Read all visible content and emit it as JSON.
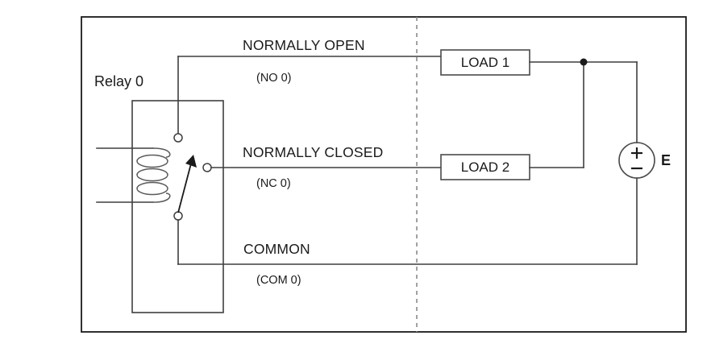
{
  "diagram": {
    "title_label": "Relay 0",
    "contacts": [
      {
        "name": "normally-open",
        "label": "NORMALLY OPEN",
        "code": "(NO 0)"
      },
      {
        "name": "normally-closed",
        "label": "NORMALLY CLOSED",
        "code": "(NC 0)"
      },
      {
        "name": "common",
        "label": "COMMON",
        "code": "(COM 0)"
      }
    ],
    "loads": [
      {
        "name": "load-1",
        "label": "LOAD 1"
      },
      {
        "name": "load-2",
        "label": "LOAD 2"
      }
    ],
    "source": {
      "label": "E",
      "plus": "+",
      "minus": "−"
    },
    "colors": {
      "frame": "#1a1a1a",
      "wire": "#3f3f3f",
      "divider": "#8a8a8a",
      "text": "#1a1a1a",
      "background": "#ffffff"
    }
  }
}
